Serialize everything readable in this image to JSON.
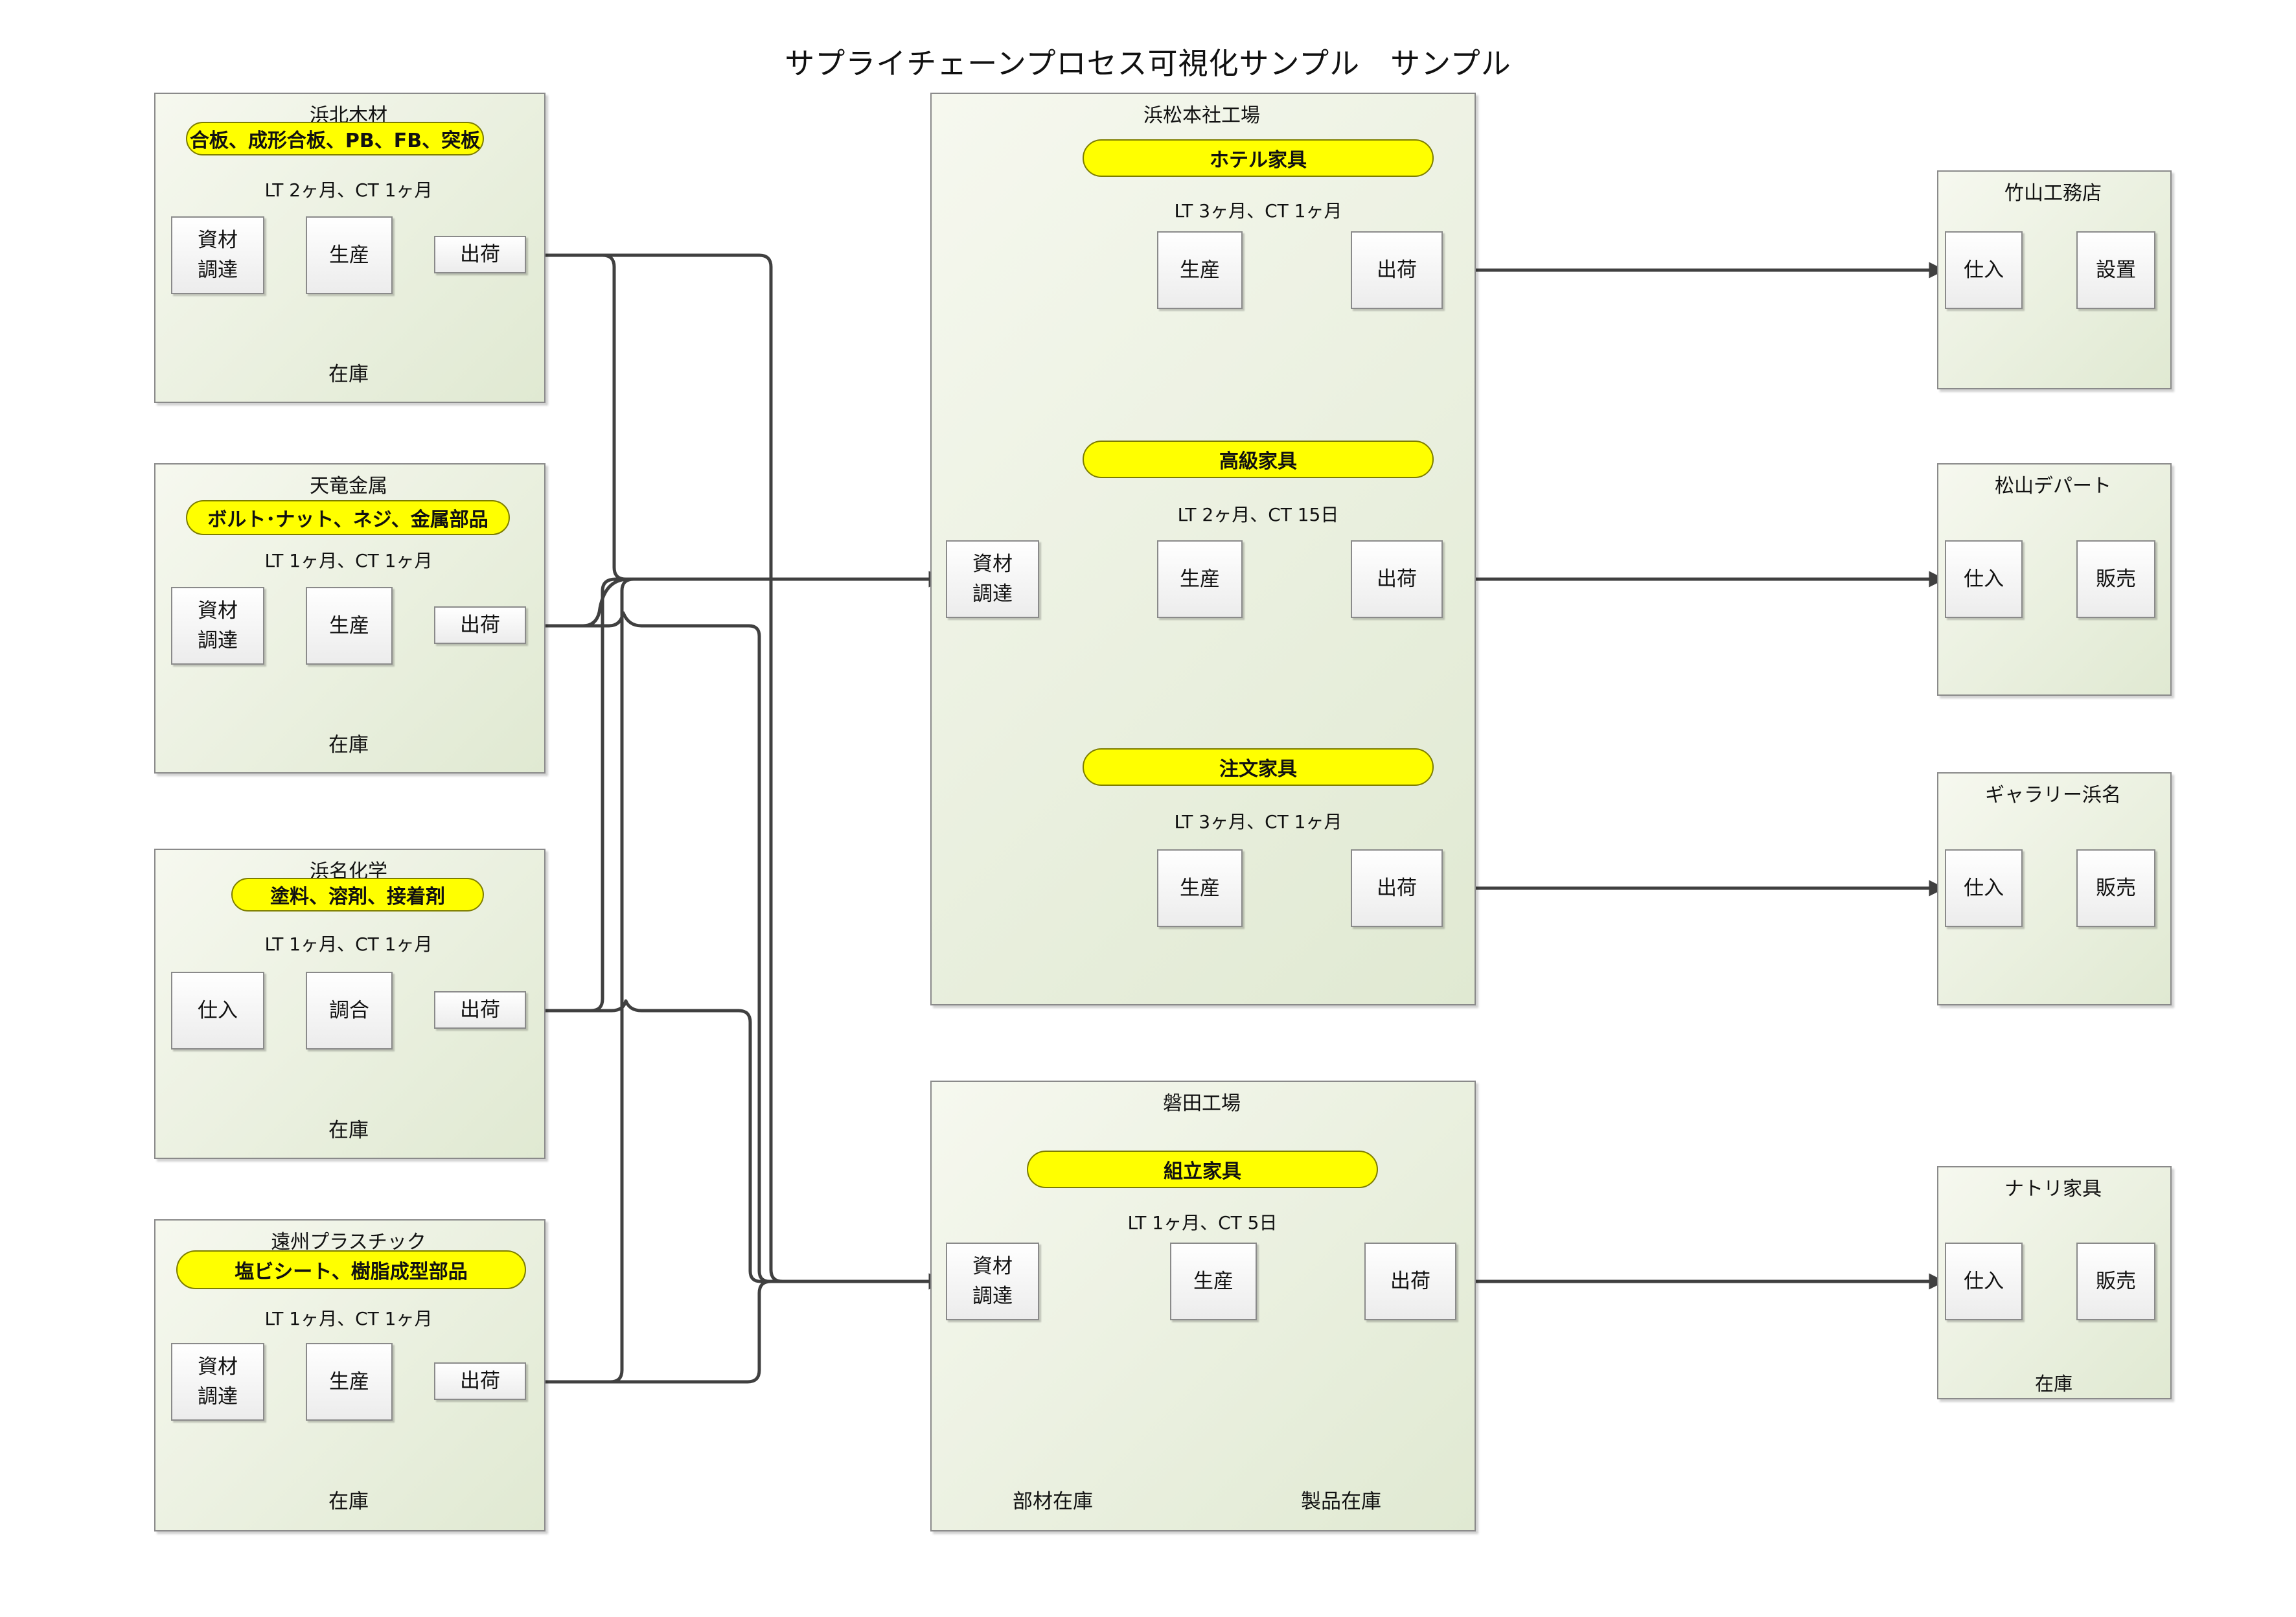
{
  "title": "サプライチェーンプロセス可視化サンプル　サンプル",
  "suppliers": [
    {
      "name": "浜北木材",
      "products": "合板、成形合板、PB、FB、突板",
      "lt": "LT 2ヶ月、CT 1ヶ月",
      "steps": [
        "資材\n調達",
        "生産",
        "出荷"
      ],
      "inventory": "在庫"
    },
    {
      "name": "天竜金属",
      "products": "ボルト･ナット、ネジ、金属部品",
      "lt": "LT 1ヶ月、CT 1ヶ月",
      "steps": [
        "資材\n調達",
        "生産",
        "出荷"
      ],
      "inventory": "在庫"
    },
    {
      "name": "浜名化学",
      "products": "塗料、溶剤、接着剤",
      "lt": "LT 1ヶ月、CT 1ヶ月",
      "steps": [
        "仕入",
        "調合",
        "出荷"
      ],
      "inventory": "在庫"
    },
    {
      "name": "遠州プラスチック",
      "products": "塩ビシート、樹脂成型部品",
      "lt": "LT 1ヶ月、CT 1ヶ月",
      "steps": [
        "資材\n調達",
        "生産",
        "出荷"
      ],
      "inventory": "在庫"
    }
  ],
  "hamamatsu": {
    "name": "浜松本社工場",
    "procure": "資材\n調達",
    "lines": [
      {
        "product": "ホテル家具",
        "lt": "LT 3ヶ月、CT 1ヶ月",
        "produce": "生産",
        "ship": "出荷"
      },
      {
        "product": "高級家具",
        "lt": "LT 2ヶ月、CT 15日",
        "produce": "生産",
        "ship": "出荷"
      },
      {
        "product": "注文家具",
        "lt": "LT 3ヶ月、CT 1ヶ月",
        "produce": "生産",
        "ship": "出荷"
      }
    ]
  },
  "iwata": {
    "name": "磐田工場",
    "product": "組立家具",
    "lt": "LT 1ヶ月、CT 5日",
    "procure": "資材\n調達",
    "produce": "生産",
    "ship": "出荷",
    "parts_inventory": "部材在庫",
    "product_inventory": "製品在庫"
  },
  "customers": [
    {
      "name": "竹山工務店",
      "steps": [
        "仕入",
        "設置"
      ]
    },
    {
      "name": "松山デパート",
      "steps": [
        "仕入",
        "販売"
      ]
    },
    {
      "name": "ギャラリー浜名",
      "steps": [
        "仕入",
        "販売"
      ]
    },
    {
      "name": "ナトリ家具",
      "steps": [
        "仕入",
        "販売"
      ],
      "inventory": "在庫"
    }
  ],
  "colors": {
    "pill": "#ffff00",
    "inventory": "#f4b183",
    "group_bg": "#e4ecd8",
    "connector": "#404040"
  }
}
